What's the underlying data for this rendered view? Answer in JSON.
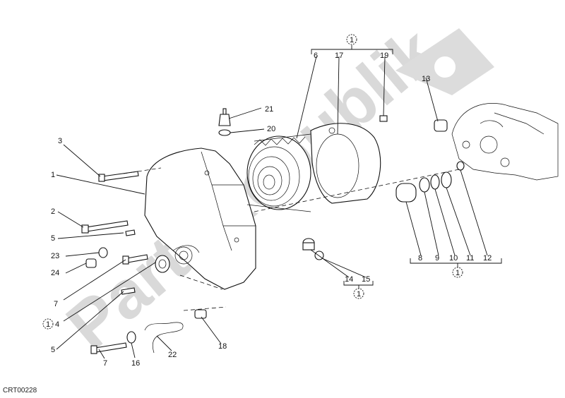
{
  "watermark": "PartsRepublik",
  "drawing_code": "CRT00228",
  "ref_symbol": "1",
  "callouts": {
    "c1": "1",
    "c2": "2",
    "c3": "3",
    "c4": "4",
    "c5a": "5",
    "c5b": "5",
    "c6": "6",
    "c7a": "7",
    "c7b": "7",
    "c8": "8",
    "c9": "9",
    "c10": "10",
    "c11": "11",
    "c12": "12",
    "c13": "13",
    "c14": "14",
    "c15": "15",
    "c16": "16",
    "c17": "17",
    "c18": "18",
    "c19": "19",
    "c20": "20",
    "c21": "21",
    "c22": "22",
    "c23": "23",
    "c24": "24"
  },
  "colors": {
    "line": "#111111",
    "watermark": "#d9d9d9",
    "background": "#ffffff"
  }
}
